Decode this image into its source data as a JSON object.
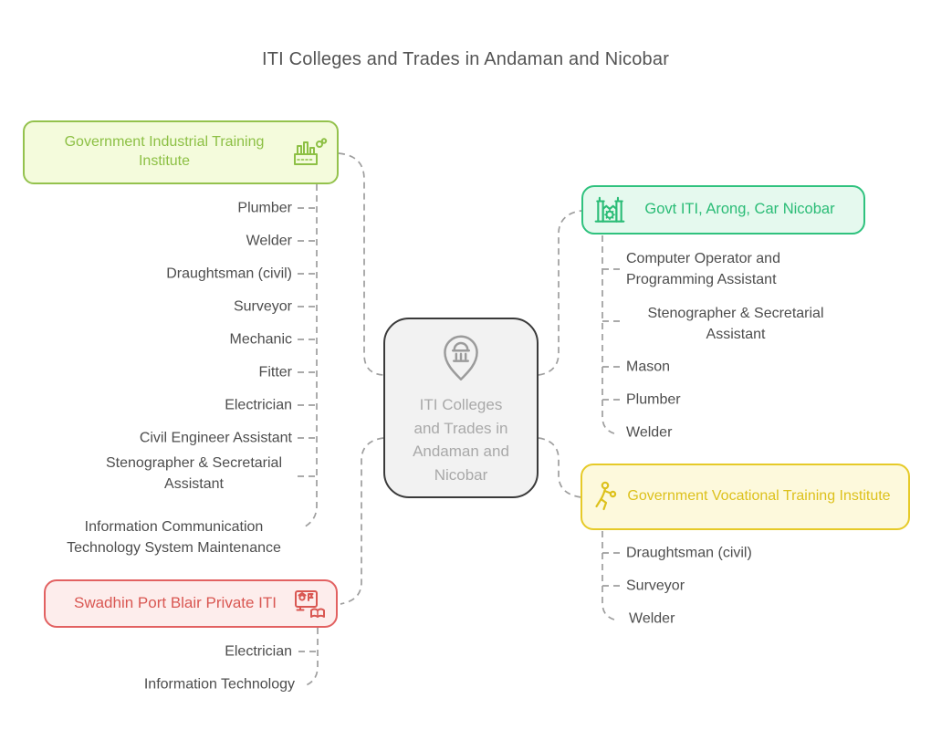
{
  "title": "ITI Colleges and Trades in Andaman and Nicobar",
  "center_node": {
    "label": "ITI Colleges and Trades in Andaman and Nicobar",
    "icon": "location-pin-institution-icon",
    "theme": {
      "border": "#3a3a3a",
      "background": "#f2f2f2",
      "text": "#a9a9a9"
    }
  },
  "connector_color": "#9e9e9e",
  "item_text_color": "#4d4d4d",
  "groups": [
    {
      "label": "Government Industrial Training Institute",
      "icon": "factory-icon",
      "theme": {
        "border": "#94c24d",
        "background": "#f4fbdc",
        "text": "#8dc045"
      },
      "items": [
        "Plumber",
        "Welder",
        "Draughtsman (civil)",
        "Surveyor",
        "Mechanic",
        "Fitter",
        "Electrician",
        "Civil Engineer Assistant",
        "Stenographer & Secretarial Assistant",
        "Information Communication Technology System Maintenance"
      ]
    },
    {
      "label": "Govt ITI, Arong, Car Nicobar",
      "icon": "industrial-plant-gear-icon",
      "theme": {
        "border": "#2fc27e",
        "background": "#e5f9ee",
        "text": "#2abc76"
      },
      "items": [
        "Computer Operator and Programming Assistant",
        "Stenographer & Secretarial Assistant",
        "Mason",
        "Plumber",
        "Welder"
      ]
    },
    {
      "label": "Government Vocational Training Institute",
      "icon": "person-training-icon",
      "theme": {
        "border": "#e6ca28",
        "background": "#fdf9dc",
        "text": "#ddc11c"
      },
      "items": [
        "Draughtsman (civil)",
        "Surveyor",
        "Welder"
      ]
    },
    {
      "label": "Swadhin Port Blair Private ITI",
      "icon": "online-education-icon",
      "theme": {
        "border": "#e26161",
        "background": "#fdedec",
        "text": "#d95752"
      },
      "items": [
        "Electrician",
        "Information Technology"
      ]
    }
  ]
}
